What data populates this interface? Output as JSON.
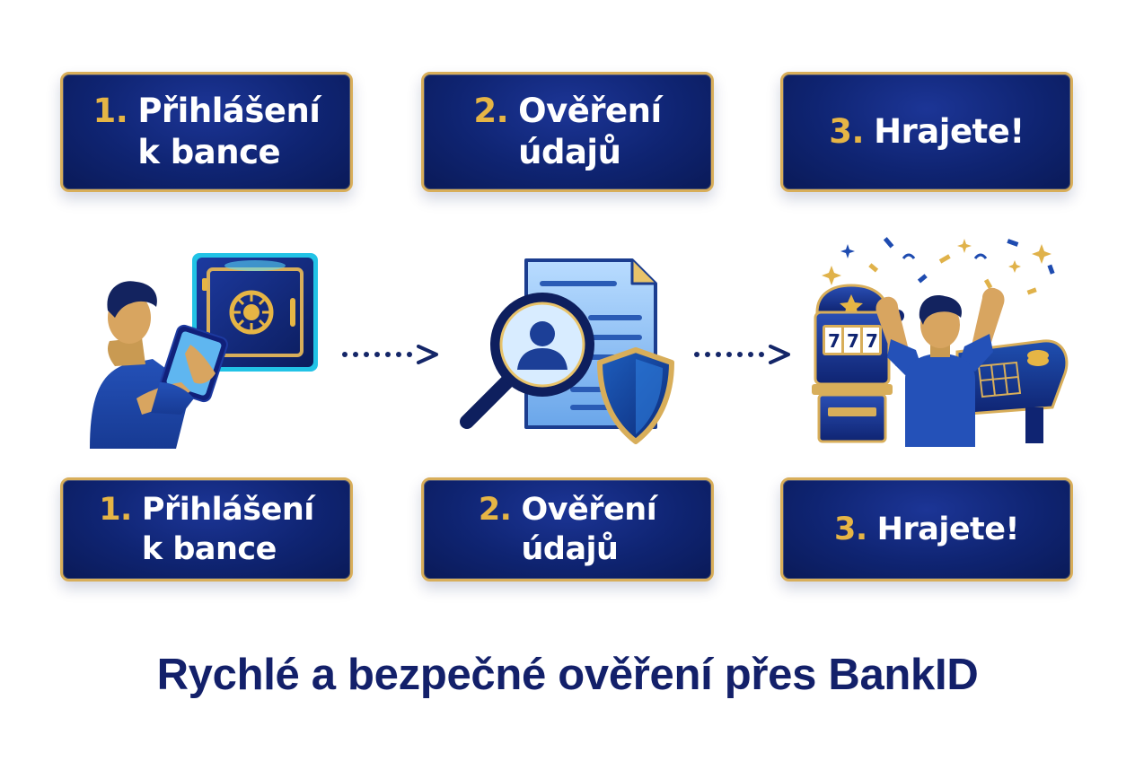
{
  "steps_top": [
    {
      "number": "1.",
      "label": "Přihlášení\nk bance"
    },
    {
      "number": "2.",
      "label": "Ověření\núdajů"
    },
    {
      "number": "3.",
      "label": "Hrajete!"
    }
  ],
  "steps_bottom": [
    {
      "number": "1.",
      "label": "Přihlášení\nk bance"
    },
    {
      "number": "2.",
      "label": "Ověření\núdajů"
    },
    {
      "number": "3.",
      "label": "Hrajete!"
    }
  ],
  "caption": "Rychlé a bezpečné ověření přes BankID",
  "icons": [
    "person-with-tablet-and-safe-icon",
    "document-magnifier-shield-icon",
    "celebrating-casino-player-icon"
  ],
  "colors": {
    "navy": "#0f2472",
    "gold": "#d8ae5a",
    "caption": "#13206a"
  }
}
